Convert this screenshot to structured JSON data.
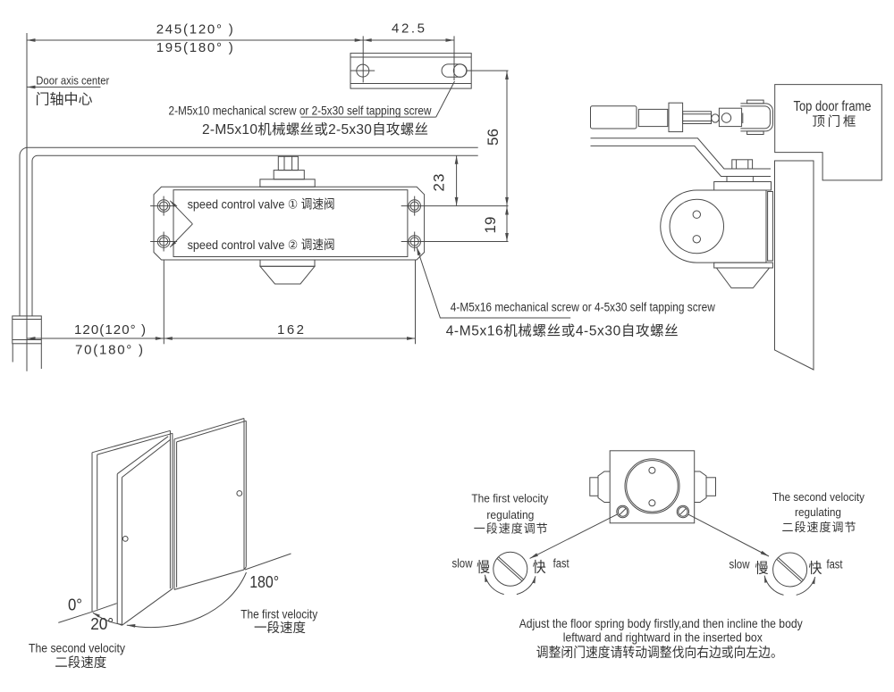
{
  "colors": {
    "background": "#ffffff",
    "line": "#4a4a4a",
    "text": "#333333"
  },
  "top_view": {
    "dim_245": "245(120°  )",
    "dim_195": "195(180°  )",
    "dim_42_5": "42.5",
    "door_axis_en": "Door axis center",
    "door_axis_zh": "门轴中心",
    "top_screw_en": "2-M5x10 mechanical screw or 2-5x30 self tapping screw",
    "top_screw_zh": "2-M5x10机械螺丝或2-5x30自攻螺丝",
    "valve1": "speed control valve ① 调速阀",
    "valve2": "speed control valve ② 调速阀",
    "dim_56": "56",
    "dim_23": "23",
    "dim_19": "19",
    "bottom_screw_en": "4-M5x16 mechanical screw or 4-5x30 self tapping screw",
    "bottom_screw_zh": "4-M5x16机械螺丝或4-5x30自攻螺丝",
    "dim_120": "120(120°  )",
    "dim_70": "70(180°  )",
    "dim_162": "162"
  },
  "side_view": {
    "top_frame_en": "Top door frame",
    "top_frame_zh": "顶门框"
  },
  "door_opening": {
    "angle_0": "0°",
    "angle_20": "20°",
    "angle_180": "180°",
    "first_velocity_en": "The first velocity",
    "first_velocity_zh": "一段速度",
    "second_velocity_en": "The second velocity",
    "second_velocity_zh": "二段速度"
  },
  "adjustment": {
    "first_reg_en1": "The first velocity",
    "first_reg_en2": "regulating",
    "first_reg_zh": "一段速度调节",
    "second_reg_en1": "The second velocity",
    "second_reg_en2": "regulating",
    "second_reg_zh": "二段速度调节",
    "slow_en": "slow",
    "slow_zh": "慢",
    "fast_zh": "快",
    "fast_en": "fast",
    "note_en1": "Adjust the floor spring body firstly,and then incline the body",
    "note_en2": "leftward and rightward in the inserted box",
    "note_zh": "调整闭门速度请转动调整伐向右边或向左边。"
  }
}
